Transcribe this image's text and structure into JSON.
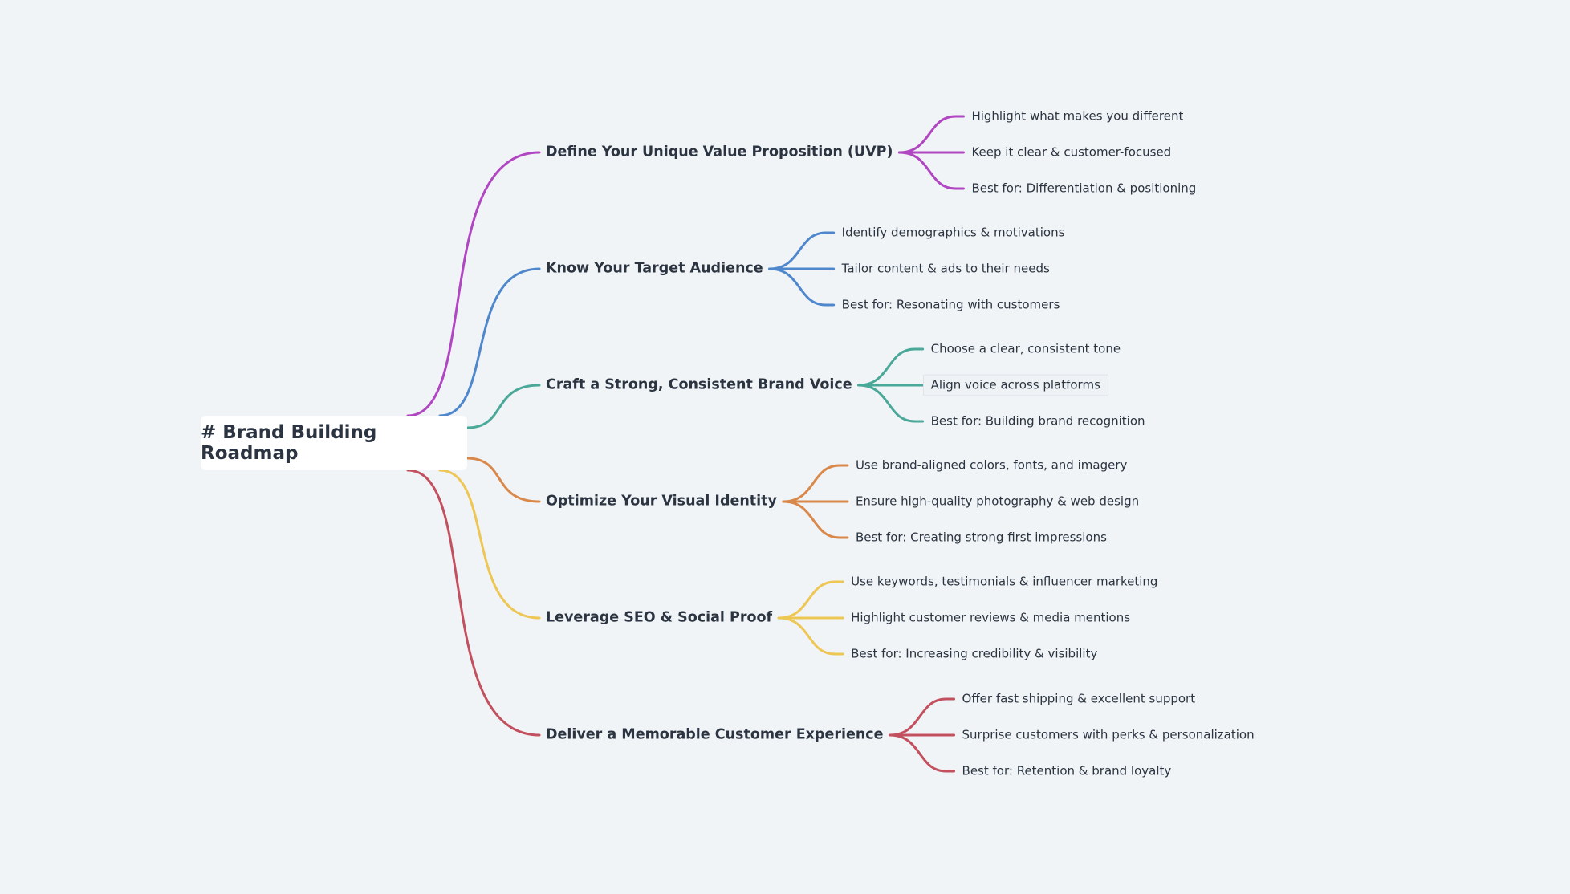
{
  "root": {
    "title": "# Brand Building Roadmap"
  },
  "branches": [
    {
      "label": "Define Your Unique Value Proposition (UVP)",
      "color": "#b146c2",
      "children": [
        "Highlight what makes you different",
        "Keep it clear & customer-focused",
        "Best for: Differentiation & positioning"
      ]
    },
    {
      "label": "Know Your Target Audience",
      "color": "#4f87cc",
      "children": [
        "Identify demographics & motivations",
        "Tailor content & ads to their needs",
        "Best for: Resonating with customers"
      ]
    },
    {
      "label": "Craft a Strong, Consistent Brand Voice",
      "color": "#4aa898",
      "children": [
        "Choose a clear, consistent tone",
        "Align voice across platforms",
        "Best for: Building brand recognition"
      ],
      "selected_child": 1
    },
    {
      "label": "Optimize Your Visual Identity",
      "color": "#d9884a",
      "children": [
        "Use brand-aligned colors, fonts, and imagery",
        "Ensure high-quality photography & web design",
        "Best for: Creating strong first impressions"
      ]
    },
    {
      "label": "Leverage SEO & Social Proof",
      "color": "#eec654",
      "children": [
        "Use keywords, testimonials & influencer marketing",
        "Highlight customer reviews & media mentions",
        "Best for: Increasing credibility & visibility"
      ]
    },
    {
      "label": "Deliver a Memorable Customer Experience",
      "color": "#c2505e",
      "children": [
        "Offer fast shipping & excellent support",
        "Surprise customers with perks & personalization",
        "Best for: Retention & brand loyalty"
      ]
    }
  ]
}
